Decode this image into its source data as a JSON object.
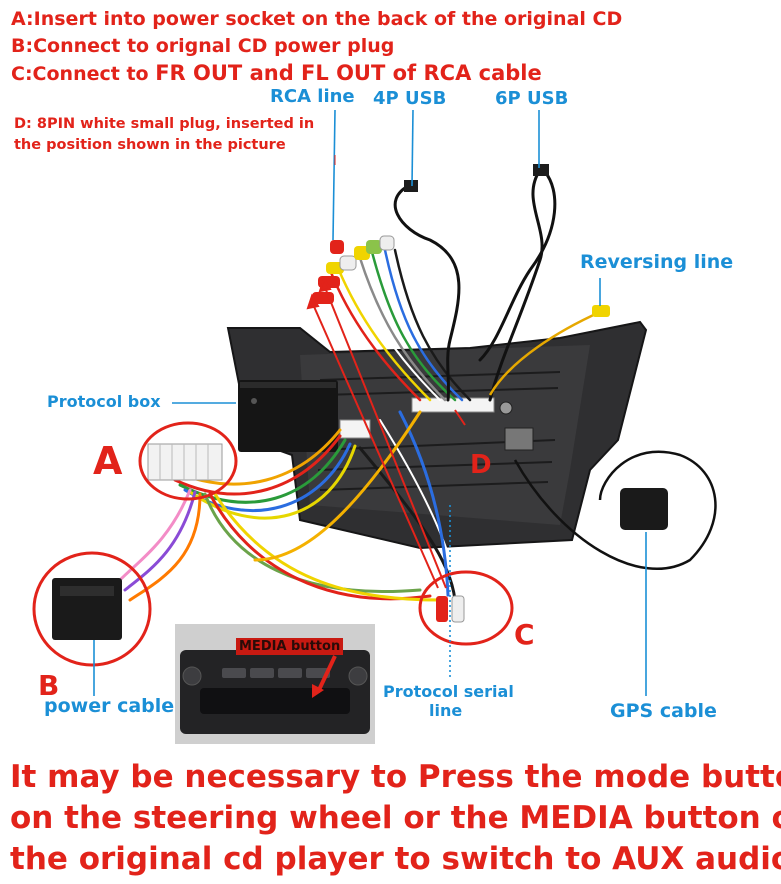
{
  "notes": {
    "a": "A:Insert into power socket on the back of the original CD",
    "b": "B:Connect to orignal CD power plug",
    "c_prefix": "C:Connect to ",
    "c_suffix": "FR OUT and FL OUT of RCA cable",
    "d_line1": "D: 8PIN white small plug, inserted in",
    "d_line2": "the position shown in the picture"
  },
  "labels": {
    "rca_line": "RCA line",
    "usb_4p": "4P USB",
    "usb_6p": "6P USB",
    "reversing_line": "Reversing line",
    "protocol_box": "Protocol box",
    "power_cable": "power cable",
    "protocol_serial_line_1": "Protocol serial",
    "protocol_serial_line_2": "line",
    "gps_cable": "GPS cable",
    "media_button": "MEDIA button"
  },
  "letters": {
    "a": "A",
    "b": "B",
    "c": "C",
    "d": "D"
  },
  "bottom_text": [
    "It may be necessary to Press the mode button",
    "on the steering wheel or the MEDIA button on",
    "the original cd player to switch to AUX audio"
  ],
  "colors": {
    "red": "#e2231a",
    "blue": "#1b8fd6"
  }
}
